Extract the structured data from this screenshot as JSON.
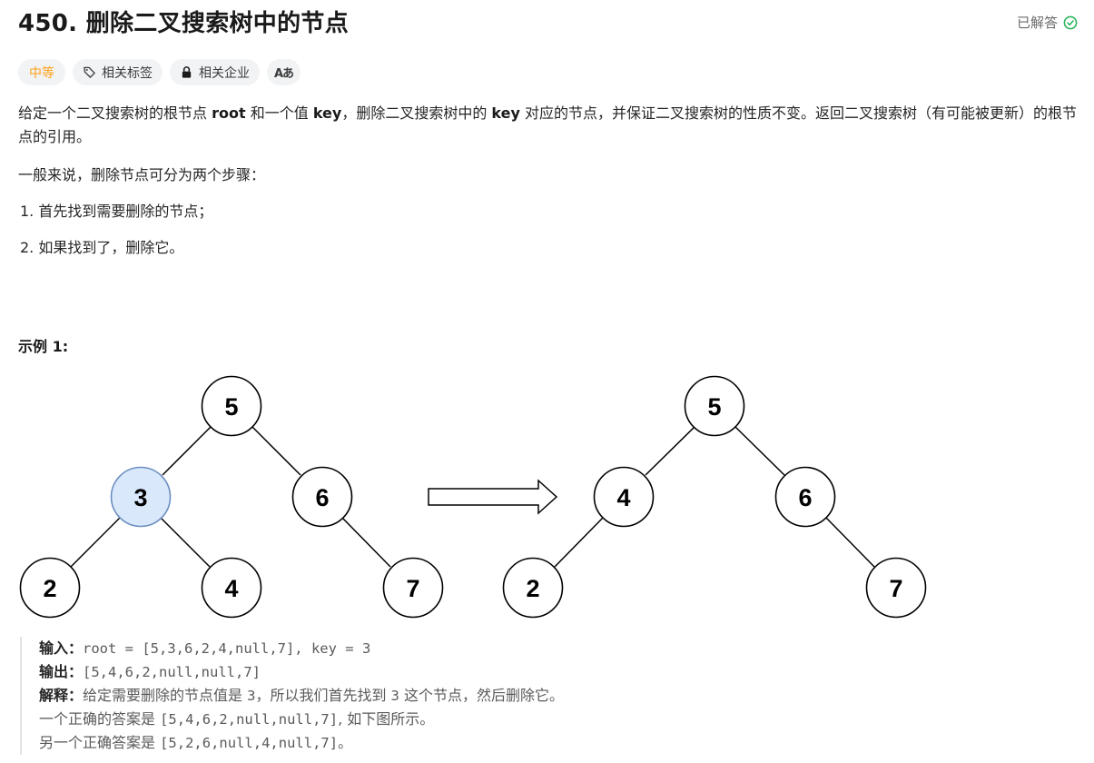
{
  "problem": {
    "title": "450. 删除二叉搜索树中的节点",
    "status": "已解答"
  },
  "tags": {
    "difficulty": "中等",
    "related_tags": "相关标签",
    "related_companies": "相关企业",
    "translate_glyph": "Aあ"
  },
  "description": {
    "p1_a": "给定一个二叉搜索树的根节点 ",
    "p1_root": "root",
    "p1_b": " 和一个值 ",
    "p1_key": "key",
    "p1_c": "，删除二叉搜索树中的 ",
    "p1_key2": "key",
    "p1_d": " 对应的节点，并保证二叉搜索树的性质不变。返回二叉搜索树（有可能被更新）的根节点的引用。",
    "p2": "一般来说，删除节点可分为两个步骤：",
    "step1": "1. 首先找到需要删除的节点；",
    "step2": "2. 如果找到了，删除它。"
  },
  "example": {
    "title": "示例 1:",
    "input_label": "输入：",
    "input_value": "root = [5,3,6,2,4,null,7], key = 3",
    "output_label": "输出：",
    "output_value": "[5,4,6,2,null,null,7]",
    "explanation_label": "解释：",
    "explanation_a": "给定需要删除的节点值是 ",
    "explanation_num": "3",
    "explanation_b": "，所以我们首先找到 ",
    "explanation_num2": "3",
    "explanation_c": " 这个节点，然后删除它。",
    "line4_a": "一个正确的答案是 ",
    "line4_code": "[5,4,6,2,null,null,7]",
    "line4_b": ", 如下图所示。",
    "line5_a": "另一个正确答案是 ",
    "line5_code": "[5,2,6,null,4,null,7]",
    "line5_b": "。"
  },
  "diagram": {
    "before_tree": [
      "5",
      "3",
      "6",
      "2",
      "4",
      "7"
    ],
    "after_tree": [
      "5",
      "4",
      "6",
      "2",
      "7"
    ],
    "highlight_fill": "#dae8fc",
    "highlight_stroke": "#6c8ebf"
  },
  "colors": {
    "difficulty": "#ffa116",
    "solved_check": "#2db55d"
  }
}
